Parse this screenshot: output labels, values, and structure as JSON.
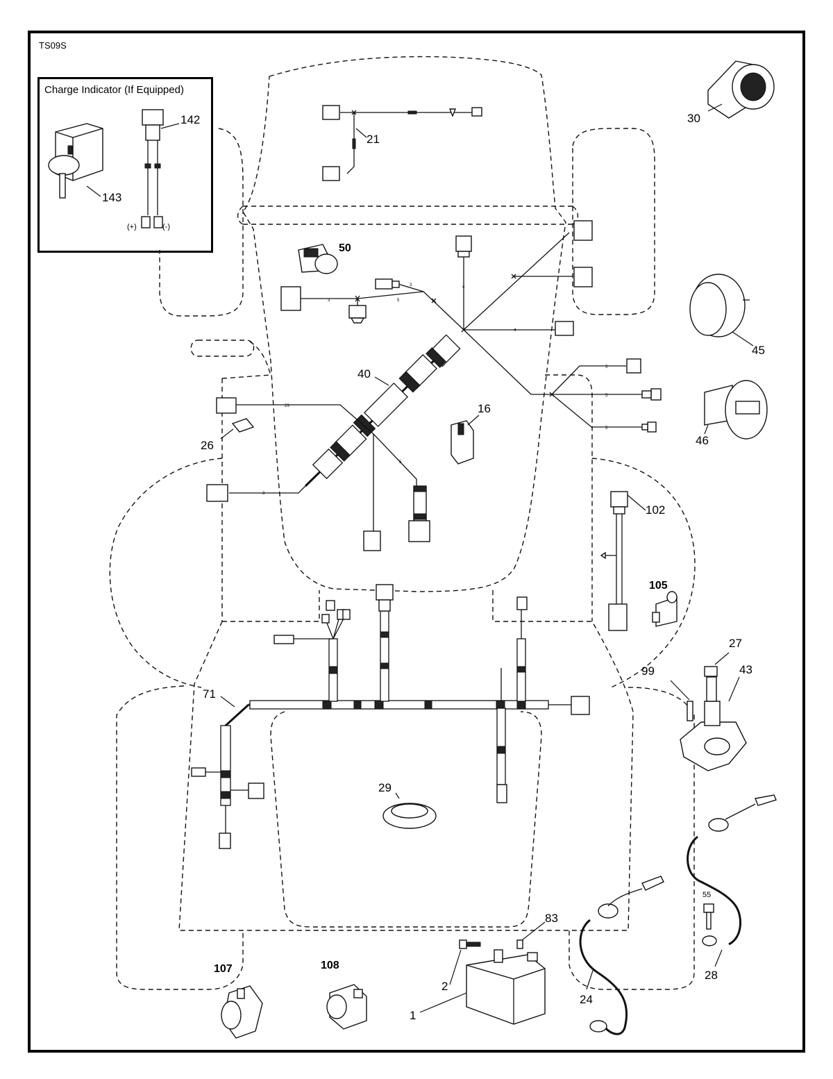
{
  "diagram_code": "TS09S",
  "inset": {
    "title": "Charge Indicator (If Equipped)",
    "polarity_positive": "(+)",
    "polarity_negative": "(-)",
    "callouts": {
      "c142": "142",
      "c143": "143"
    }
  },
  "wire_codes": {
    "w_a": "3",
    "w_b": "5",
    "w_c": "4",
    "w_d": "23"
  },
  "callouts": {
    "c1": "1",
    "c2": "2",
    "c16": "16",
    "c21": "21",
    "c24": "24",
    "c26": "26",
    "c27": "27",
    "c28": "28",
    "c29": "29",
    "c30": "30",
    "c40": "40",
    "c43": "43",
    "c45": "45",
    "c46": "46",
    "c50": "50",
    "c55": "55",
    "c71": "71",
    "c83": "83",
    "c99": "99",
    "c102": "102",
    "c105": "105",
    "c107": "107",
    "c108": "108"
  }
}
